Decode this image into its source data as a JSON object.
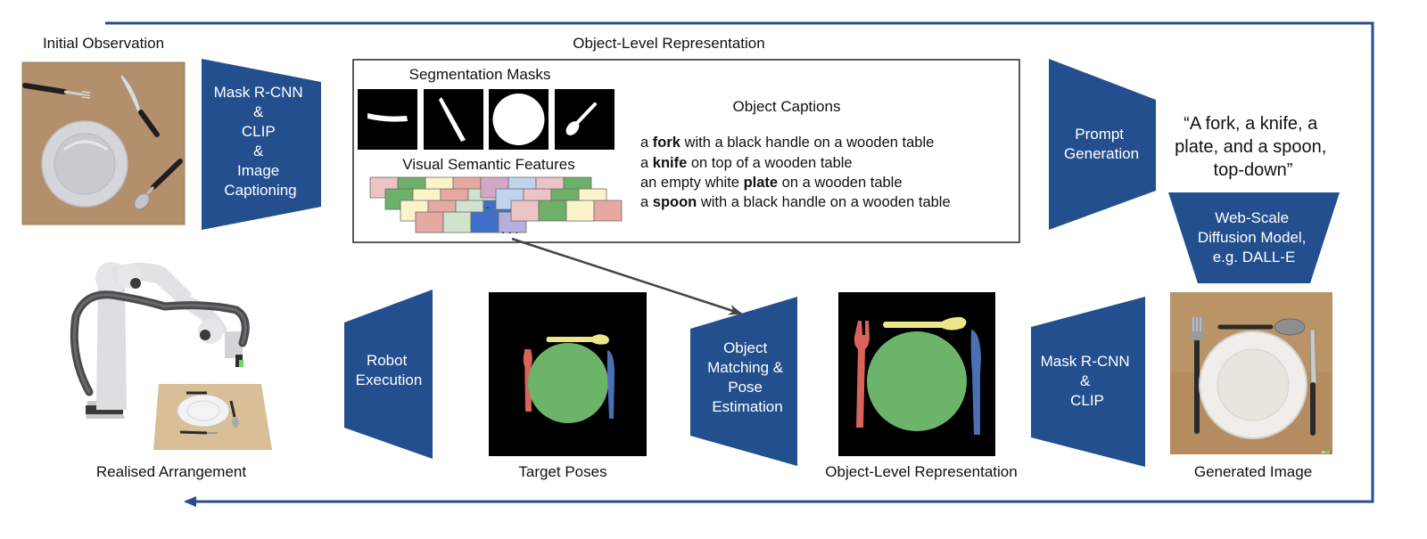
{
  "labels": {
    "initial_observation": "Initial Observation",
    "object_level_top": "Object-Level Representation",
    "segmentation_masks": "Segmentation Masks",
    "visual_semantic_features": "Visual Semantic Features",
    "object_captions": "Object Captions",
    "realised_arrangement": "Realised Arrangement",
    "target_poses": "Target Poses",
    "object_level_bottom": "Object-Level Representation",
    "generated_image": "Generated Image",
    "ellipsis_middle": ".",
    "ellipsis_bottom": ". . ."
  },
  "blocks": {
    "detect_top": [
      "Mask R-CNN",
      "&",
      "CLIP",
      "&",
      "Image",
      "Captioning"
    ],
    "prompt_generation": [
      "Prompt",
      "Generation"
    ],
    "diffusion": [
      "Web-Scale",
      "Diffusion Model,",
      "e.g. DALL-E"
    ],
    "detect_bottom": [
      "Mask R-CNN",
      "&",
      "CLIP"
    ],
    "matching": [
      "Object",
      "Matching &",
      "Pose",
      "Estimation"
    ],
    "robot_execution": [
      "Robot",
      "Execution"
    ]
  },
  "captions": [
    {
      "pre": "a ",
      "bold": "fork",
      "post": " with a black handle on a wooden table"
    },
    {
      "pre": "a ",
      "bold": "knife",
      "post": " on top of a wooden table"
    },
    {
      "pre": "an empty white ",
      "bold": "plate",
      "post": " on a wooden table"
    },
    {
      "pre": "a ",
      "bold": "spoon",
      "post": " with a black handle on a wooden table"
    }
  ],
  "prompt_text": [
    "“A fork, a knife, a",
    "plate, and a spoon,",
    "top-down”"
  ],
  "colors": {
    "block_fill": "#234f8e",
    "loop_arrow": "#2a4c8c",
    "fork": "#d9625a",
    "plate": "#6db46b",
    "spoon": "#ece58a",
    "knife": "#4a6fb5",
    "wood": "#b48f6c"
  },
  "feature_palette": [
    "#ecc4c6",
    "#fbf3c9",
    "#cfe3cd",
    "#b8aedb",
    "#c0d4ee",
    "#6db06a",
    "#e6a9a1",
    "#3f6fc9",
    "#d4a7c8"
  ]
}
